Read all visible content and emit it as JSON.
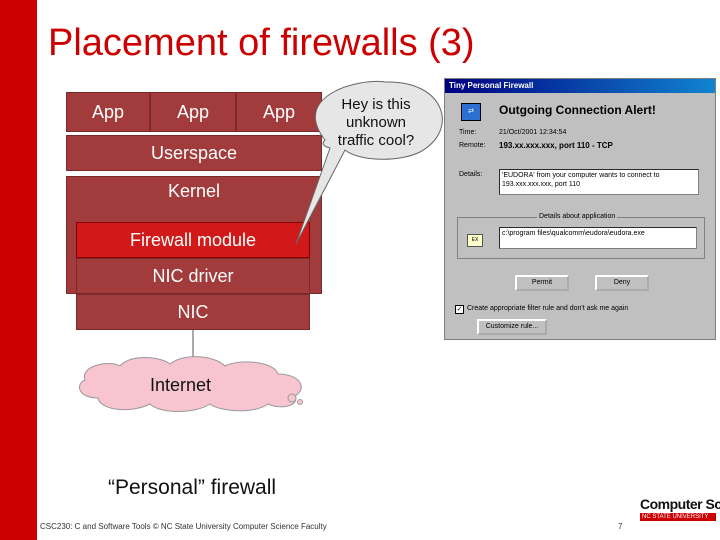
{
  "title": "Placement of firewalls (3)",
  "stack": {
    "apps": [
      "App",
      "App",
      "App"
    ],
    "userspace": "Userspace",
    "kernel": "Kernel",
    "firewall_module": "Firewall module",
    "nic_driver": "NIC driver",
    "nic": "NIC",
    "internet": "Internet"
  },
  "bubble": "Hey is this unknown traffic cool?",
  "caption": "“Personal” firewall",
  "footer": "CSC230: C and Software Tools © NC State University Computer Science Faculty",
  "page_number": "7",
  "logo": {
    "line1": "Computer Science",
    "line2": "NC STATE UNIVERSITY"
  },
  "dialog": {
    "window_title": "Tiny Personal Firewall",
    "alert_title": "Outgoing Connection Alert!",
    "time_label": "Time:",
    "time_value": "21/Oct/2001 12:34:54",
    "remote_label": "Remote:",
    "remote_value": "193.xx.xxx.xxx, port 110 - TCP",
    "details_label": "Details:",
    "details_value": "'EUDORA' from your computer wants to connect to 193.xxx.xxx.xxx, port 110",
    "app_group_label": "Details about application",
    "app_path": "c:\\program files\\qualcomm\\eudora\\eudora.exe",
    "permit_label": "Permit",
    "deny_label": "Deny",
    "checkbox_label": "Create appropriate filter rule and don't ask me again",
    "customize_label": "Customize rule..."
  }
}
